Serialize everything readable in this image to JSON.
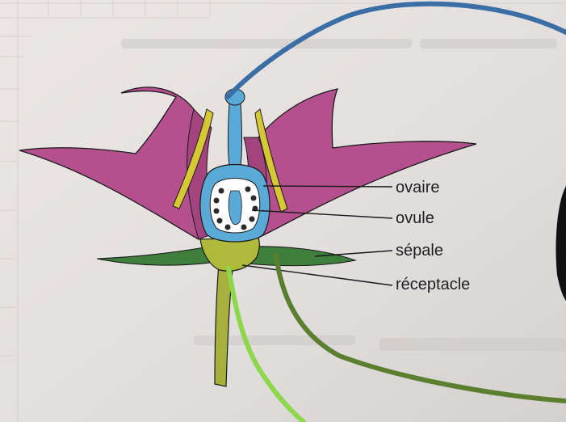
{
  "diagram": {
    "labels": {
      "ovaire": "ovaire",
      "ovule": "ovule",
      "sepale": "sépale",
      "receptacle": "réceptacle"
    }
  },
  "colors": {
    "paper": "#e4dfde",
    "petal": "#b4508e",
    "petal_dark": "#8e3770",
    "stamen": "#d6c734",
    "pistil": "#5aaad7",
    "sepal": "#3f7f3d",
    "receptacle": "#b0ba3a",
    "stem": "#a7b03c",
    "outline": "#1a1a1a",
    "arrow_blue": "#3a6ea5",
    "arrow_dark_green": "#5b7f2f",
    "arrow_light_green": "#8ed64a"
  }
}
